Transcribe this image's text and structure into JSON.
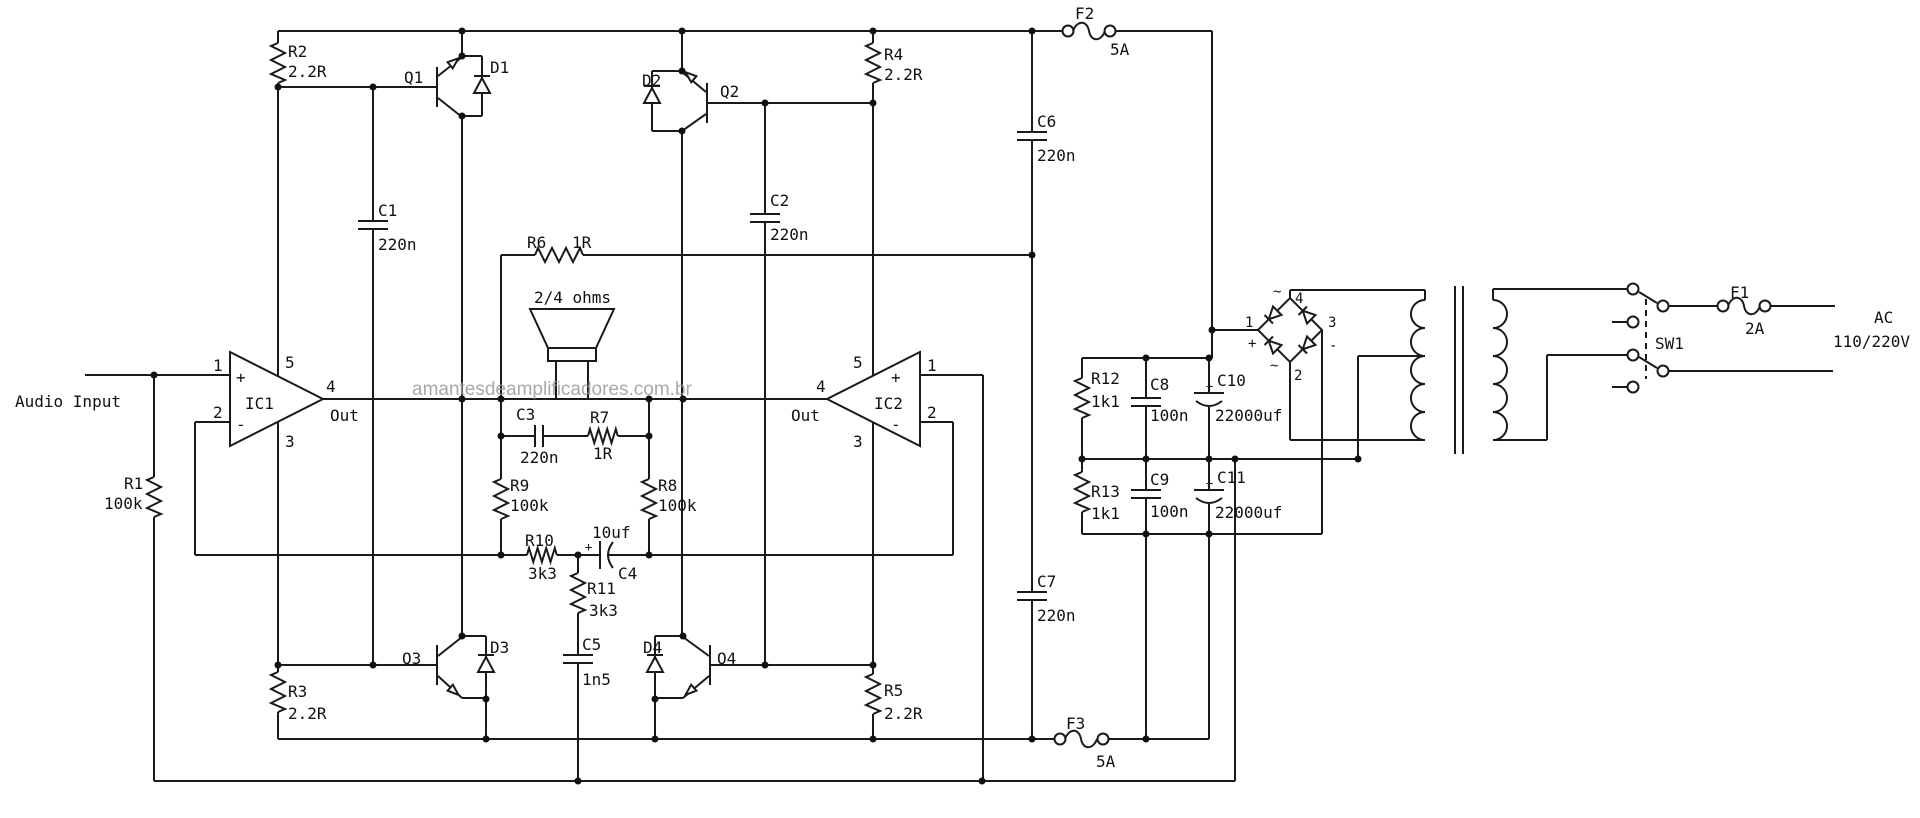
{
  "watermark": "amantesdeamplificadores.com.br",
  "input_label": "Audio Input",
  "speaker": {
    "impedance": "2/4 ohms"
  },
  "mains": {
    "label": "AC",
    "voltage": "110/220V"
  },
  "switch_label": "SW1",
  "ics": {
    "ic1": {
      "ref": "IC1",
      "plus": "+",
      "minus": "-",
      "pin1": "1",
      "pin2": "2",
      "pin3": "3",
      "pin4": "4",
      "pin5": "5",
      "out_label": "Out"
    },
    "ic2": {
      "ref": "IC2",
      "plus": "+",
      "minus": "-",
      "pin1": "1",
      "pin2": "2",
      "pin3": "3",
      "pin4": "4",
      "pin5": "5",
      "out_label": "Out"
    }
  },
  "resistors": {
    "r1": {
      "ref": "R1",
      "value": "100k"
    },
    "r2": {
      "ref": "R2",
      "value": "2.2R"
    },
    "r3": {
      "ref": "R3",
      "value": "2.2R"
    },
    "r4": {
      "ref": "R4",
      "value": "2.2R"
    },
    "r5": {
      "ref": "R5",
      "value": "2.2R"
    },
    "r6": {
      "ref": "R6",
      "value": "1R"
    },
    "r7": {
      "ref": "R7",
      "value": "1R"
    },
    "r8": {
      "ref": "R8",
      "value": "100k"
    },
    "r9": {
      "ref": "R9",
      "value": "100k"
    },
    "r10": {
      "ref": "R10",
      "value": "3k3"
    },
    "r11": {
      "ref": "R11",
      "value": "3k3"
    },
    "r12": {
      "ref": "R12",
      "value": "1k1"
    },
    "r13": {
      "ref": "R13",
      "value": "1k1"
    }
  },
  "capacitors": {
    "c1": {
      "ref": "C1",
      "value": "220n"
    },
    "c2": {
      "ref": "C2",
      "value": "220n"
    },
    "c3": {
      "ref": "C3",
      "value": "220n"
    },
    "c4": {
      "ref": "C4",
      "value": "10uf",
      "plus": "+"
    },
    "c5": {
      "ref": "C5",
      "value": "1n5"
    },
    "c6": {
      "ref": "C6",
      "value": "220n"
    },
    "c7": {
      "ref": "C7",
      "value": "220n"
    },
    "c8": {
      "ref": "C8",
      "value": "100n"
    },
    "c9": {
      "ref": "C9",
      "value": "100n"
    },
    "c10": {
      "ref": "C10",
      "value": "22000uf",
      "plus": "+"
    },
    "c11": {
      "ref": "C11",
      "value": "22000uf",
      "plus": "+"
    }
  },
  "transistors": {
    "q1": "Q1",
    "q2": "Q2",
    "q3": "Q3",
    "q4": "Q4"
  },
  "diodes": {
    "d1": "D1",
    "d2": "D2",
    "d3": "D3",
    "d4": "D4"
  },
  "fuses": {
    "f1": {
      "ref": "F1",
      "value": "2A"
    },
    "f2": {
      "ref": "F2",
      "value": "5A"
    },
    "f3": {
      "ref": "F3",
      "value": "5A"
    }
  },
  "bridge": {
    "pin1": "1",
    "pin2": "2",
    "pin3": "3",
    "pin4": "4",
    "plus": "+",
    "minus": "-",
    "ac_top": "~",
    "ac_bottom": "~"
  }
}
